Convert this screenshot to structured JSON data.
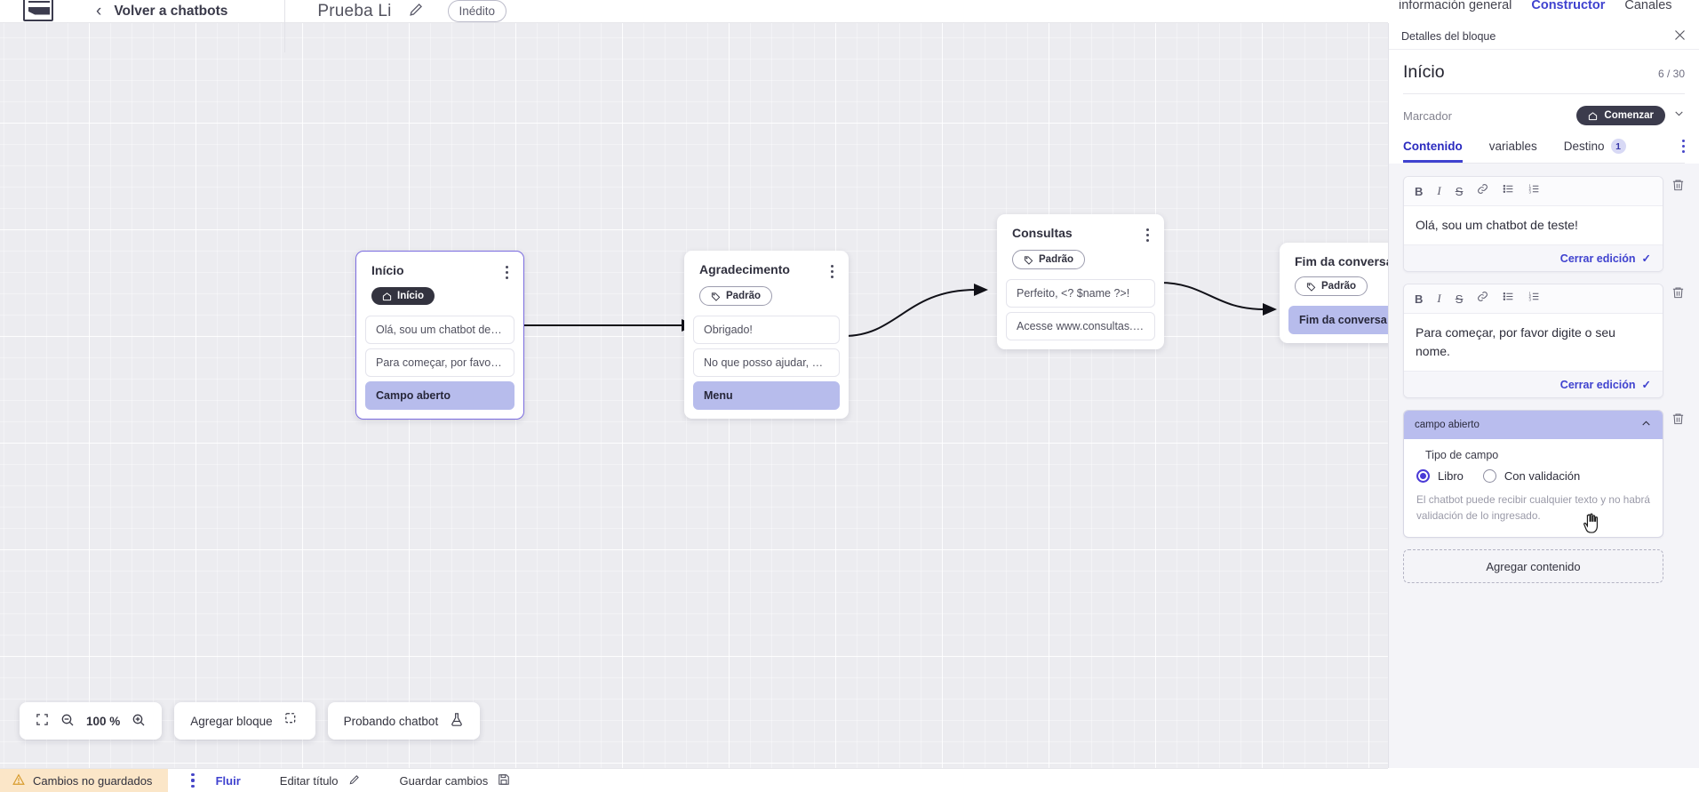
{
  "header": {
    "logo_icon": "app-logo-icon",
    "back_chevron_icon": "chevron-left-icon",
    "back_label": "Volver a chatbots",
    "bot_name": "Prueba Li",
    "edit_icon": "pencil-icon",
    "status_badge": "Inédito"
  },
  "top_tabs": [
    {
      "label": "información general",
      "active": false
    },
    {
      "label": "Constructor",
      "active": true
    },
    {
      "label": "Canales",
      "active": false
    }
  ],
  "canvas": {
    "grid": true,
    "background_color": "#ececf0",
    "nodes": [
      {
        "id": "inicio",
        "title": "Início",
        "tag": "Início",
        "tag_style": "dark",
        "tag_icon": "home-icon",
        "selected": true,
        "kebab_icon": "more-vertical-icon",
        "rows": [
          {
            "text": "Olá, sou um chatbot de teste!",
            "highlight": false
          },
          {
            "text": "Para começar, por favor digite o ...",
            "highlight": false
          },
          {
            "text": "Campo aberto",
            "highlight": true
          }
        ]
      },
      {
        "id": "agradecimento",
        "title": "Agradecimento",
        "tag": "Padrão",
        "tag_style": "outline",
        "tag_icon": "tag-icon",
        "selected": false,
        "kebab_icon": "more-vertical-icon",
        "rows": [
          {
            "text": "Obrigado!",
            "highlight": false
          },
          {
            "text": "No que posso ajudar, <? $name ...",
            "highlight": false
          },
          {
            "text": "Menu",
            "highlight": true
          }
        ]
      },
      {
        "id": "consultas",
        "title": "Consultas",
        "tag": "Padrão",
        "tag_style": "outline",
        "tag_icon": "tag-icon",
        "selected": false,
        "kebab_icon": "more-vertical-icon",
        "rows": [
          {
            "text": "Perfeito, <? $name ?>!",
            "highlight": false
          },
          {
            "text": "Acesse www.consultas.com par...",
            "highlight": false
          }
        ]
      },
      {
        "id": "fim",
        "title": "Fim da conversa",
        "tag": "Padrão",
        "tag_style": "outline",
        "tag_icon": "tag-icon",
        "selected": false,
        "kebab_icon": "",
        "rows": [
          {
            "text": "Fim da conversa",
            "highlight": true
          }
        ]
      }
    ]
  },
  "float_toolbar": {
    "fit_icon": "fit-screen-icon",
    "zoom_out_icon": "zoom-out-icon",
    "zoom_level": "100 %",
    "zoom_in_icon": "zoom-in-icon",
    "add_block_label": "Agregar bloque",
    "add_block_icon": "add-block-icon",
    "test_label": "Probando chatbot",
    "test_icon": "flask-icon"
  },
  "panel": {
    "bar_title": "Detalles del bloque",
    "close_icon": "close-icon",
    "block_title": "Início",
    "counter": "6 / 30",
    "marker_label": "Marcador",
    "marker_value": "Comenzar",
    "marker_icon": "home-icon",
    "marker_chevron_icon": "chevron-down-icon",
    "tabs": [
      {
        "label": "Contenido",
        "active": true,
        "badge": ""
      },
      {
        "label": "variables",
        "active": false,
        "badge": ""
      },
      {
        "label": "Destino",
        "active": false,
        "badge": "1"
      }
    ],
    "tabs_kebab_icon": "more-vertical-icon",
    "editor_toolbar_icons": [
      "bold-icon",
      "italic-icon",
      "strikethrough-icon",
      "link-icon",
      "bullet-list-icon",
      "numbered-list-icon"
    ],
    "close_edit_label": "Cerrar edición",
    "close_edit_icon": "check-icon",
    "trash_icon": "trash-icon",
    "content_blocks": [
      {
        "text": "Olá, sou um chatbot de teste!"
      },
      {
        "text": "Para começar, por favor digite o seu nome."
      }
    ],
    "field": {
      "title": "campo abierto",
      "collapse_icon": "chevron-up-icon",
      "legend": "Tipo de campo",
      "options": [
        {
          "label": "Libro",
          "selected": true
        },
        {
          "label": "Con validación",
          "selected": false
        }
      ],
      "help": "El chatbot puede recibir cualquier texto y no habrá validación de lo ingresado."
    },
    "add_content_label": "Agregar contenido"
  },
  "statusbar": {
    "warning_icon": "warning-icon",
    "unsaved_label": "Cambios no guardados",
    "kebab_icon": "more-vertical-icon",
    "flow_label": "Fluir",
    "edit_title_label": "Editar título",
    "edit_title_icon": "pencil-icon",
    "save_label": "Guardar cambios",
    "save_icon": "save-icon"
  },
  "colors": {
    "accent": "#3f42cf",
    "highlight_row": "#b7bcec",
    "dark_pill": "#33333f",
    "warning_bg": "#fbe6c8"
  }
}
